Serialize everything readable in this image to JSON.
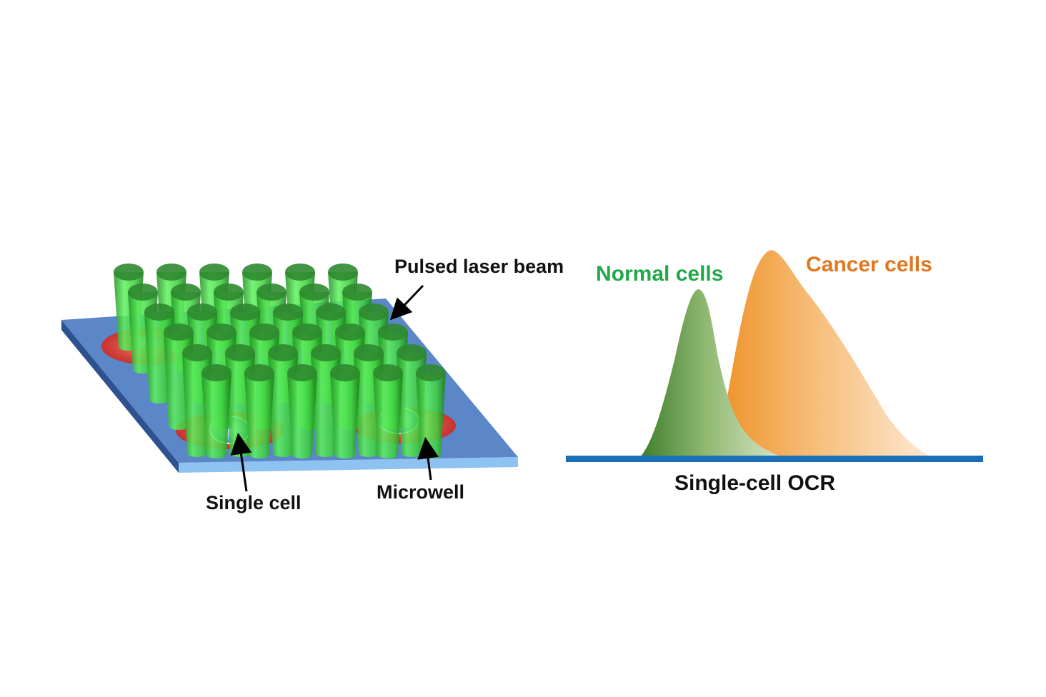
{
  "labels": {
    "pulsed_laser_beam": "Pulsed laser beam",
    "single_cell": "Single cell",
    "microwell": "Microwell",
    "normal_cells": "Normal cells",
    "cancer_cells": "Cancer cells",
    "x_axis": "Single-cell OCR"
  },
  "colors": {
    "platform_top": "#5b87c8",
    "platform_front": "#8ec2f0",
    "platform_side": "#2e5190",
    "microwell": "#e0504a",
    "beam": "#3fd43f",
    "beam_cap": "#2f8a2f",
    "normal_dark": "#3e7d2c",
    "normal_light": "#c9dcb6",
    "cancer_dark": "#f0962e",
    "cancer_light": "#fce3c6",
    "baseline": "#1b6fb8",
    "normal_text": "#22a84a",
    "cancer_text": "#e0761e",
    "text": "#111111"
  },
  "icons": [
    "cylinder-laser-beam",
    "microwell-disc",
    "cell-blob",
    "pointer-arrow"
  ]
}
